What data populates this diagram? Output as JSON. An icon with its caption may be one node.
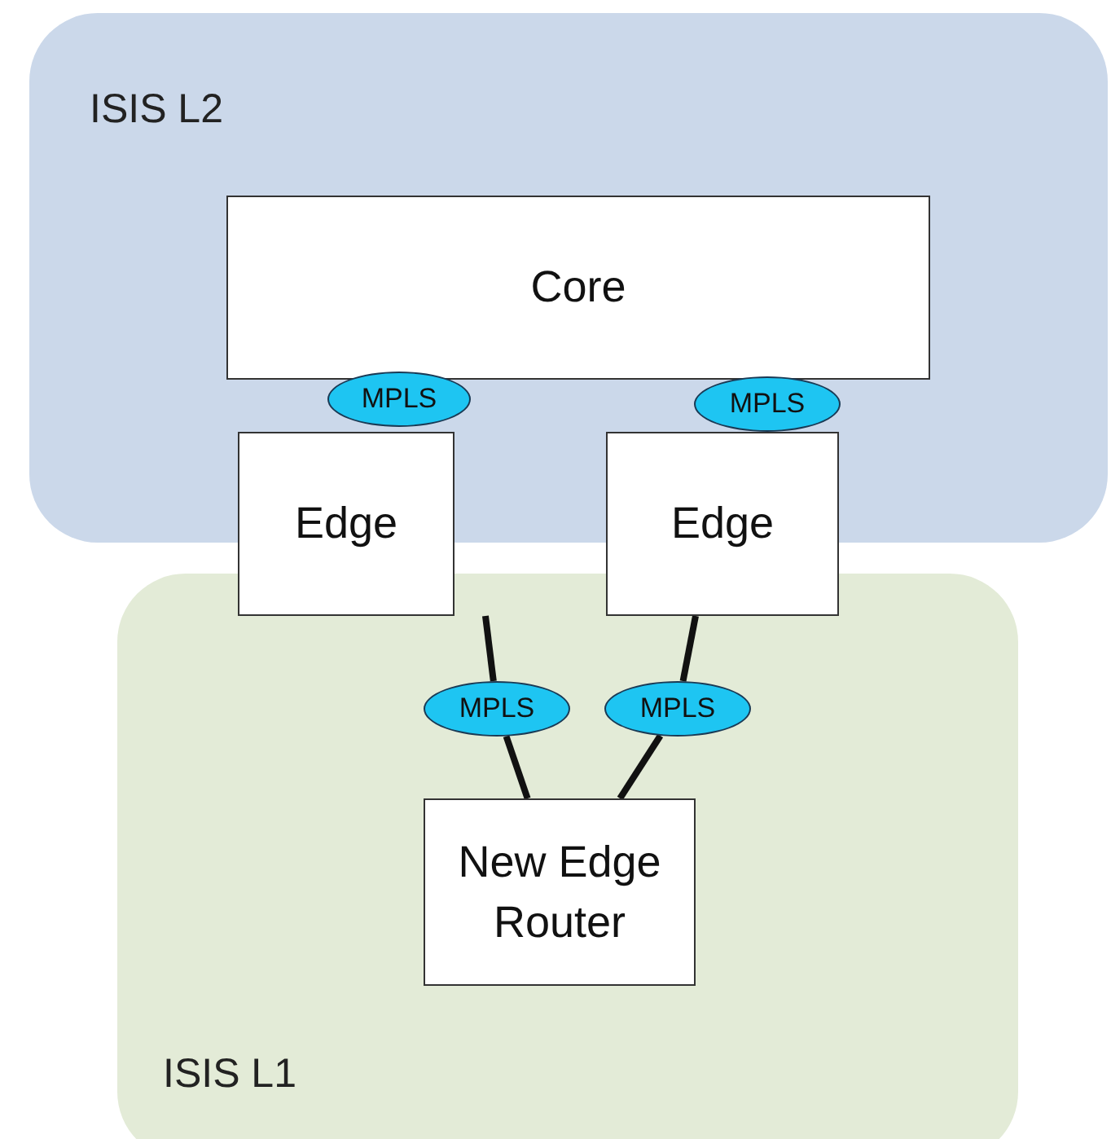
{
  "diagram": {
    "nodes": [
      {
        "text": [
          "ISIS L2"
        ]
      },
      {
        "text": [
          "ISIS L1"
        ]
      },
      {
        "text": [
          "Core"
        ],
        "in": 0
      },
      {
        "text": [
          "Edge"
        ]
      },
      {
        "text": [
          "Edge"
        ]
      },
      {
        "text": [
          "MPLS"
        ],
        "in": 0
      },
      {
        "text": [
          "MPLS"
        ],
        "in": 0
      },
      {
        "text": [
          "MPLS"
        ],
        "in": 1
      },
      {
        "text": [
          "MPLS"
        ],
        "in": 1
      },
      {
        "text": [
          "New Edge Router"
        ],
        "in": 1
      }
    ],
    "edges": [
      {
        "from": 3,
        "to": 7,
        "arrow": "none"
      },
      {
        "from": 7,
        "to": 9,
        "arrow": "none"
      },
      {
        "from": 4,
        "to": 8,
        "arrow": "none"
      },
      {
        "from": 8,
        "to": 9,
        "arrow": "none"
      }
    ]
  }
}
